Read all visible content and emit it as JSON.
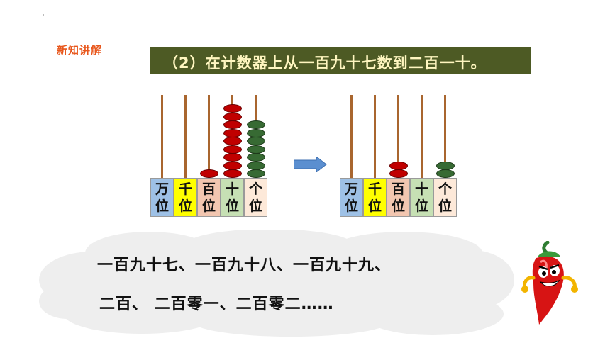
{
  "header": {
    "section_label": "新知讲解",
    "title": "（2）在计数器上从一百九十七数到二百一十。"
  },
  "abacus_left": {
    "places": [
      "万位",
      "千位",
      "百位",
      "十位",
      "个位"
    ],
    "place_colors": [
      "#9ec1e6",
      "#ffff00",
      "#f2c6b0",
      "#c6e0b4",
      "#fde9d9"
    ],
    "bead_counts": [
      0,
      0,
      1,
      9,
      7
    ],
    "bead_colors": [
      "#c00000",
      "#c00000",
      "#c00000",
      "#c00000",
      "#376a33"
    ]
  },
  "abacus_right": {
    "places": [
      "万位",
      "千位",
      "百位",
      "十位",
      "个位"
    ],
    "place_colors": [
      "#9ec1e6",
      "#ffff00",
      "#f2c6b0",
      "#c6e0b4",
      "#fde9d9"
    ],
    "bead_counts": [
      0,
      0,
      2,
      0,
      2
    ],
    "bead_colors": [
      "#c00000",
      "#c00000",
      "#c00000",
      "#c00000",
      "#376a33"
    ]
  },
  "cloud": {
    "line1": "一百九十七、一百九十八、一百九十九、",
    "line2": "二百、  二百零一、二百零二……"
  },
  "colors": {
    "label": "#e8571c",
    "title_bg": "#4d5a24",
    "title_text": "#fff6c0",
    "arrow": "#5b8fd0"
  }
}
